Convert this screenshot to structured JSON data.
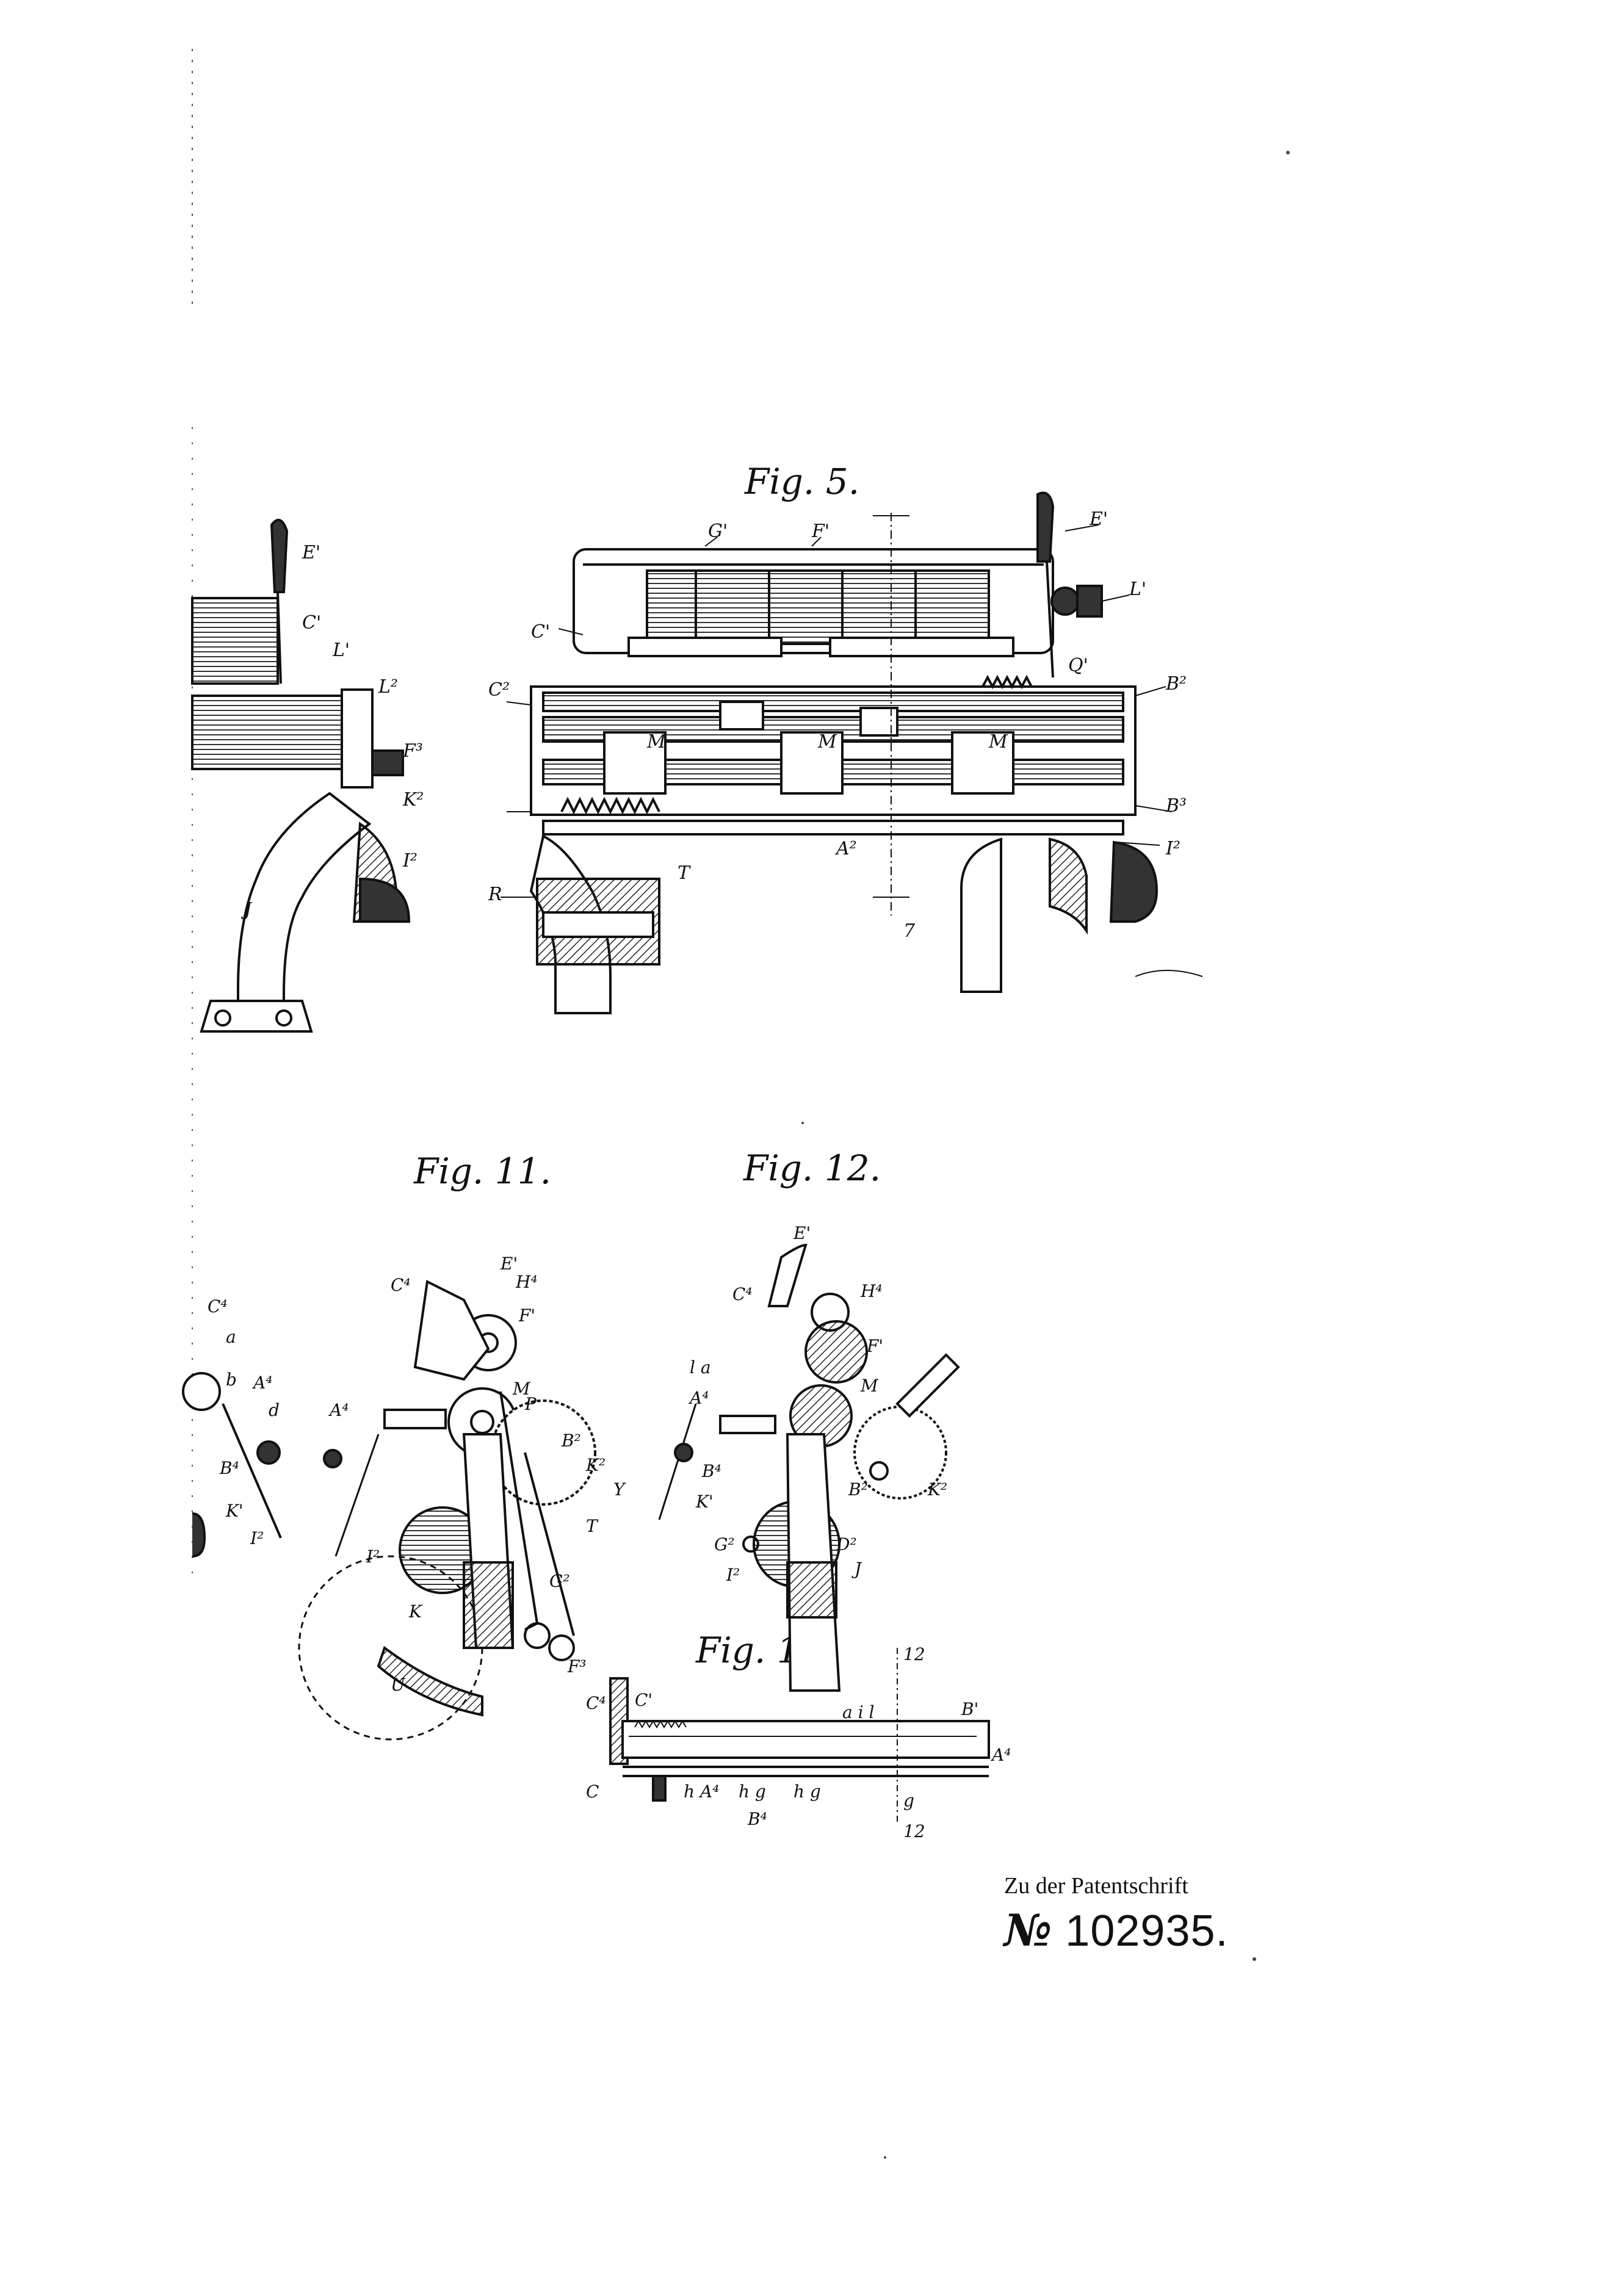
{
  "figures": {
    "fig5": "Fig. 5.",
    "fig11": "Fig. 11.",
    "fig12": "Fig. 12.",
    "fig13": "Fig. 13."
  },
  "footer": {
    "caption": "Zu der Patentschrift",
    "number_prefix": "№",
    "number": "102935."
  },
  "icons": [
    "typewriter-carriage-drawing",
    "side-frame-drawing",
    "gear-mechanism-drawing",
    "platen-cross-section-drawing",
    "feed-rack-drawing"
  ]
}
